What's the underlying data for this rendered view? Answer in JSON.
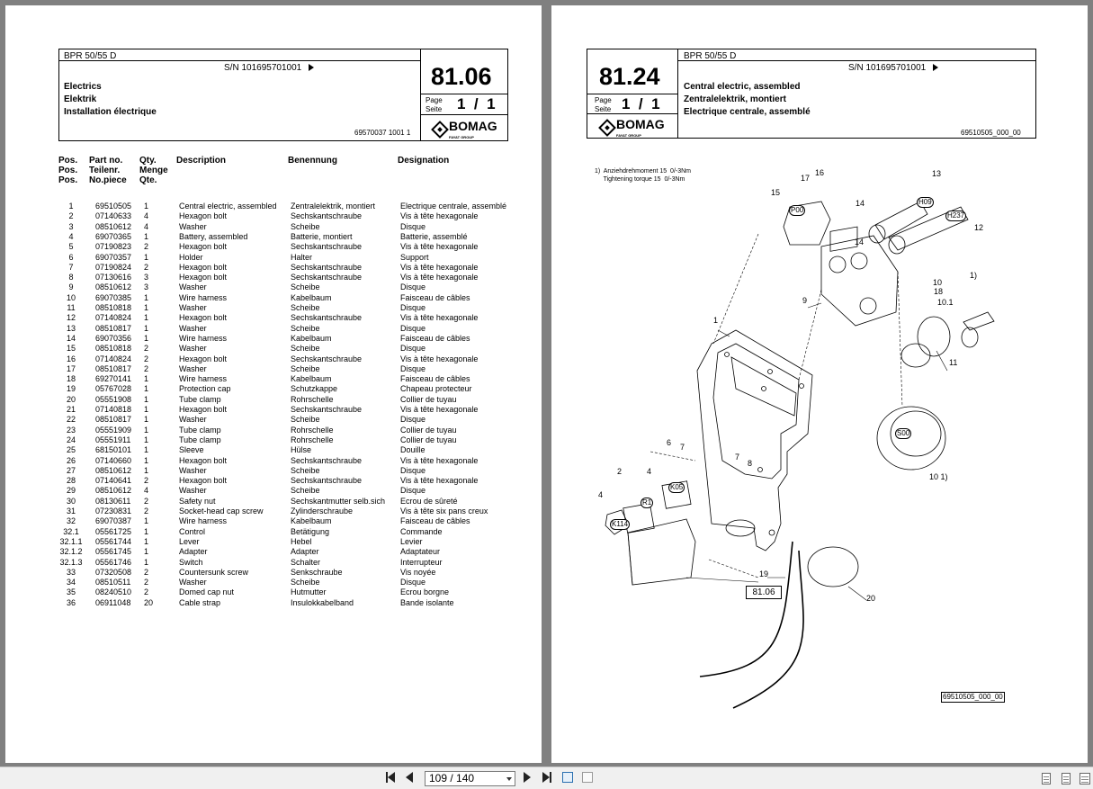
{
  "left_page": {
    "model": "BPR 50/55 D",
    "serial": "S/N 101695701001",
    "group_number": "81.06",
    "titles": [
      "Electrics",
      "Elektrik",
      "Installation électrique"
    ],
    "page_label_1": "Page",
    "page_label_2": "Seite",
    "page_count": "1  /  1",
    "brand": "BOMAG",
    "brand_sub": "FAYAT GROUP",
    "doc_number": "69570037 1001 1",
    "col_headers": {
      "pos": [
        "Pos.",
        "Pos.",
        "Pos."
      ],
      "part": [
        "Part no.",
        "Teilenr.",
        "No.piece"
      ],
      "qty": [
        "Qty.",
        "Menge",
        "Qte."
      ],
      "description": "Description",
      "benennung": "Benennung",
      "designation": "Designation"
    },
    "parts": [
      [
        "1",
        "69510505",
        "1",
        "Central electric, assembled",
        "Zentralelektrik, montiert",
        "Electrique centrale, assemblé"
      ],
      [
        "2",
        "07140633",
        "4",
        "Hexagon bolt",
        "Sechskantschraube",
        "Vis à tête hexagonale"
      ],
      [
        "3",
        "08510612",
        "4",
        "Washer",
        "Scheibe",
        "Disque"
      ],
      [
        "4",
        "69070365",
        "1",
        "Battery, assembled",
        "Batterie, montiert",
        "Batterie, assemblé"
      ],
      [
        "5",
        "07190823",
        "2",
        "Hexagon bolt",
        "Sechskantschraube",
        "Vis à tête hexagonale"
      ],
      [
        "6",
        "69070357",
        "1",
        "Holder",
        "Halter",
        "Support"
      ],
      [
        "7",
        "07190824",
        "2",
        "Hexagon bolt",
        "Sechskantschraube",
        "Vis à tête hexagonale"
      ],
      [
        "8",
        "07130616",
        "3",
        "Hexagon bolt",
        "Sechskantschraube",
        "Vis à tête hexagonale"
      ],
      [
        "9",
        "08510612",
        "3",
        "Washer",
        "Scheibe",
        "Disque"
      ],
      [
        "10",
        "69070385",
        "1",
        "Wire harness",
        "Kabelbaum",
        "Faisceau de câbles"
      ],
      [
        "11",
        "08510818",
        "1",
        "Washer",
        "Scheibe",
        "Disque"
      ],
      [
        "12",
        "07140824",
        "1",
        "Hexagon bolt",
        "Sechskantschraube",
        "Vis à tête hexagonale"
      ],
      [
        "13",
        "08510817",
        "1",
        "Washer",
        "Scheibe",
        "Disque"
      ],
      [
        "14",
        "69070356",
        "1",
        "Wire harness",
        "Kabelbaum",
        "Faisceau de câbles"
      ],
      [
        "15",
        "08510818",
        "2",
        "Washer",
        "Scheibe",
        "Disque"
      ],
      [
        "16",
        "07140824",
        "2",
        "Hexagon bolt",
        "Sechskantschraube",
        "Vis à tête hexagonale"
      ],
      [
        "17",
        "08510817",
        "2",
        "Washer",
        "Scheibe",
        "Disque"
      ],
      [
        "18",
        "69270141",
        "1",
        "Wire harness",
        "Kabelbaum",
        "Faisceau de câbles"
      ],
      [
        "19",
        "05767028",
        "1",
        "Protection cap",
        "Schutzkappe",
        "Chapeau protecteur"
      ],
      [
        "20",
        "05551908",
        "1",
        "Tube clamp",
        "Rohrschelle",
        "Collier de tuyau"
      ],
      [
        "21",
        "07140818",
        "1",
        "Hexagon bolt",
        "Sechskantschraube",
        "Vis à tête hexagonale"
      ],
      [
        "22",
        "08510817",
        "1",
        "Washer",
        "Scheibe",
        "Disque"
      ],
      [
        "23",
        "05551909",
        "1",
        "Tube clamp",
        "Rohrschelle",
        "Collier de tuyau"
      ],
      [
        "24",
        "05551911",
        "1",
        "Tube clamp",
        "Rohrschelle",
        "Collier de tuyau"
      ],
      [
        "25",
        "68150101",
        "1",
        "Sleeve",
        "Hülse",
        "Douille"
      ],
      [
        "26",
        "07140660",
        "1",
        "Hexagon bolt",
        "Sechskantschraube",
        "Vis à tête hexagonale"
      ],
      [
        "27",
        "08510612",
        "1",
        "Washer",
        "Scheibe",
        "Disque"
      ],
      [
        "28",
        "07140641",
        "2",
        "Hexagon bolt",
        "Sechskantschraube",
        "Vis à tête hexagonale"
      ],
      [
        "29",
        "08510612",
        "4",
        "Washer",
        "Scheibe",
        "Disque"
      ],
      [
        "30",
        "08130611",
        "2",
        "Safety nut",
        "Sechskantmutter selb.sich",
        "Ecrou de sûreté"
      ],
      [
        "31",
        "07230831",
        "2",
        "Socket-head cap screw",
        "Zylinderschraube",
        "Vis à tête six pans creux"
      ],
      [
        "32",
        "69070387",
        "1",
        "Wire harness",
        "Kabelbaum",
        "Faisceau de câbles"
      ],
      [
        "32.1",
        "05561725",
        "1",
        "Control",
        "Betätigung",
        "Commande"
      ],
      [
        "32.1.1",
        "05561744",
        "1",
        "Lever",
        "Hebel",
        "Levier"
      ],
      [
        "32.1.2",
        "05561745",
        "1",
        "Adapter",
        "Adapter",
        "Adaptateur"
      ],
      [
        "32.1.3",
        "05561746",
        "1",
        "Switch",
        "Schalter",
        "Interrupteur"
      ],
      [
        "33",
        "07320508",
        "2",
        "Countersunk screw",
        "Senkschraube",
        "Vis noyée"
      ],
      [
        "34",
        "08510511",
        "2",
        "Washer",
        "Scheibe",
        "Disque"
      ],
      [
        "35",
        "08240510",
        "2",
        "Domed cap nut",
        "Hutmutter",
        "Ecrou borgne"
      ],
      [
        "36",
        "06911048",
        "20",
        "Cable strap",
        "Insulokkabelband",
        "Bande isolante"
      ]
    ]
  },
  "right_page": {
    "model": "BPR 50/55 D",
    "serial": "S/N 101695701001",
    "group_number": "81.24",
    "titles": [
      "Central electric, assembled",
      "Zentralelektrik, montiert",
      "Electrique centrale, assemblé"
    ],
    "page_label_1": "Page",
    "page_label_2": "Seite",
    "page_count": "1  /  1",
    "brand": "BOMAG",
    "brand_sub": "FAYAT GROUP",
    "doc_number": "69510505_000_00",
    "note_lines": [
      "1)  Anziehdrehmoment 15  0/-3Nm",
      "     Tightening torque 15  0/-3Nm"
    ],
    "callouts": [
      "1",
      "2",
      "4",
      "4",
      "6",
      "7",
      "7",
      "8",
      "9",
      "10",
      "10.1",
      "1)",
      "10 1)",
      "11",
      "12",
      "13",
      "14",
      "14",
      "15",
      "16",
      "17",
      "18",
      "19",
      "20"
    ],
    "part_labels": [
      "P00",
      "H09",
      "H237",
      "S00",
      "R1",
      "K05",
      "K114"
    ],
    "ref_group": "81.06",
    "drawing_number": "69510505_000_00"
  },
  "toolbar": {
    "page_indicator": "109 / 140"
  }
}
